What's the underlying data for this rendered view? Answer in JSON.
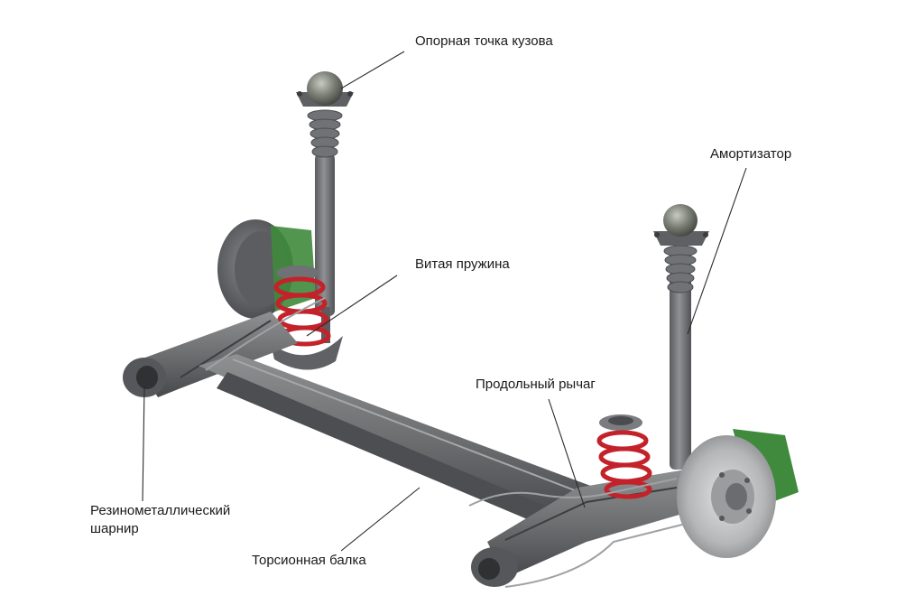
{
  "diagram": {
    "labels": {
      "body_mount": "Опорная точка кузова",
      "shock_absorber": "Амортизатор",
      "coil_spring": "Витая пружина",
      "trailing_arm": "Продольный рычаг",
      "bushing_line1": "Резинометаллический",
      "bushing_line2": "шарнир",
      "torsion_beam": "Торсионная балка"
    },
    "colors": {
      "metal": "#6c6e70",
      "metal_dark": "#45474a",
      "metal_light": "#9a9c9e",
      "spring": "#c4222a",
      "caliper": "#3f8a3c",
      "disc": "#b9bbbd"
    }
  }
}
